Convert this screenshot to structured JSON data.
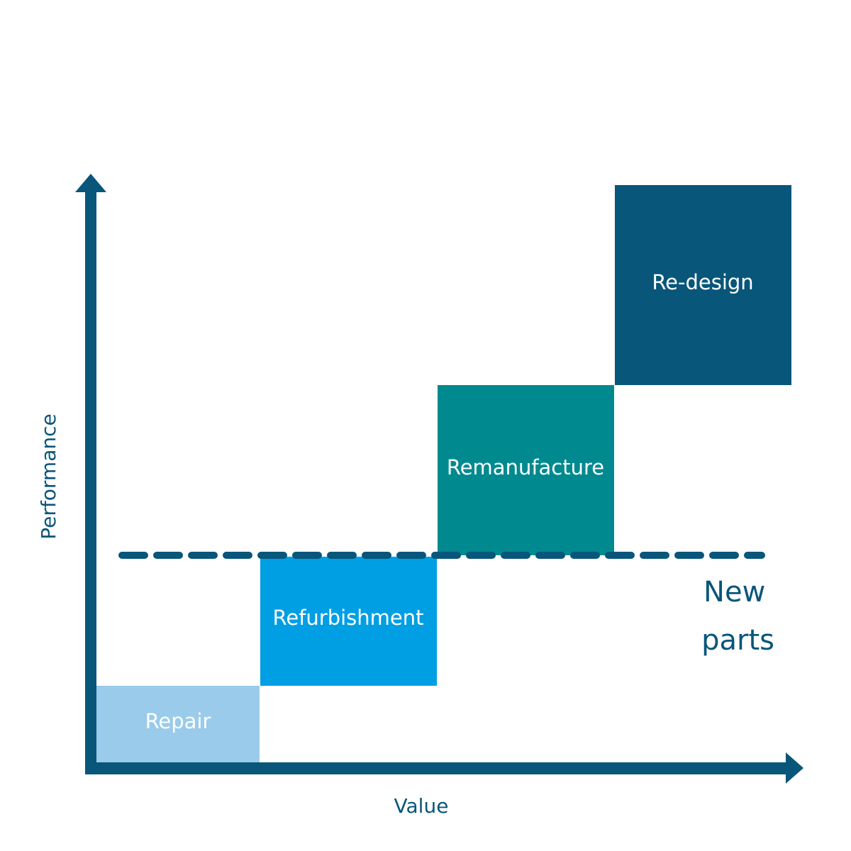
{
  "diagram": {
    "title": "",
    "axes": {
      "x_label": "Value",
      "y_label": "Performance",
      "color": "#08567a"
    },
    "threshold": {
      "label_lines": [
        "New",
        "parts"
      ],
      "style": "dashed",
      "color": "#08567a",
      "level": "between Refurbishment and Remanufacture"
    },
    "blocks": [
      {
        "label": "Repair",
        "color": "#9acbea",
        "value_rank": 1,
        "performance_rank": 1
      },
      {
        "label": "Refurbishment",
        "color": "#009fe3",
        "value_rank": 2,
        "performance_rank": 2
      },
      {
        "label": "Remanufacture",
        "color": "#008a8f",
        "value_rank": 3,
        "performance_rank": 3
      },
      {
        "label": "Re-design",
        "color": "#08567a",
        "value_rank": 4,
        "performance_rank": 4
      }
    ]
  }
}
